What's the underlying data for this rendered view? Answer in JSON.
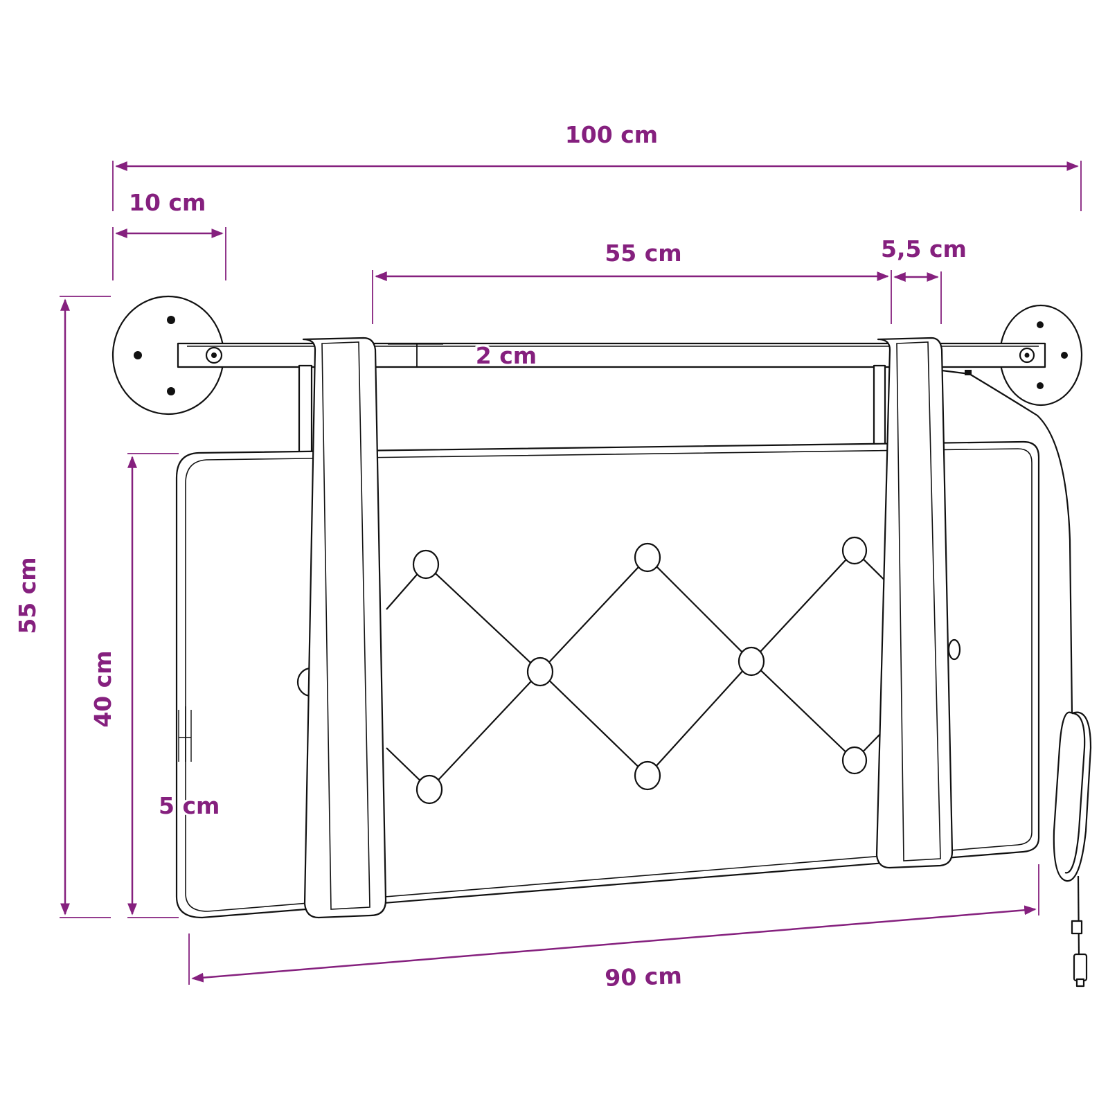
{
  "colors": {
    "dimension": "#85207e",
    "outline": "#111111",
    "background": "#ffffff"
  },
  "dimensions": {
    "total_width": "100 cm",
    "bracket_width": "10 cm",
    "strap_spacing": "55 cm",
    "strap_width": "5,5 cm",
    "rod_diameter": "2 cm",
    "total_height": "55 cm",
    "cushion_height": "40 cm",
    "cushion_thickness": "5 cm",
    "cushion_width": "90 cm"
  },
  "icons": {
    "cable": "usb-cable-icon",
    "mount": "wall-mount-icon"
  }
}
